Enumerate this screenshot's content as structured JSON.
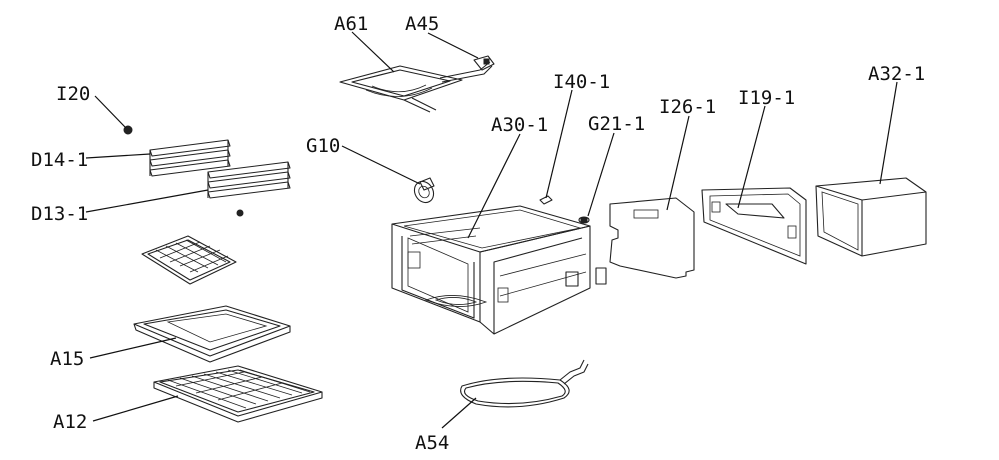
{
  "labels": {
    "a61": "A61",
    "a45": "A45",
    "i20": "I20",
    "i40_1": "I40-1",
    "a32_1": "A32-1",
    "i19_1": "I19-1",
    "g21_1": "G21-1",
    "i26_1": "I26-1",
    "a30_1": "A30-1",
    "g10": "G10",
    "d14_1": "D14-1",
    "d13_1": "D13-1",
    "a15": "A15",
    "a12": "A12",
    "a54": "A54"
  }
}
